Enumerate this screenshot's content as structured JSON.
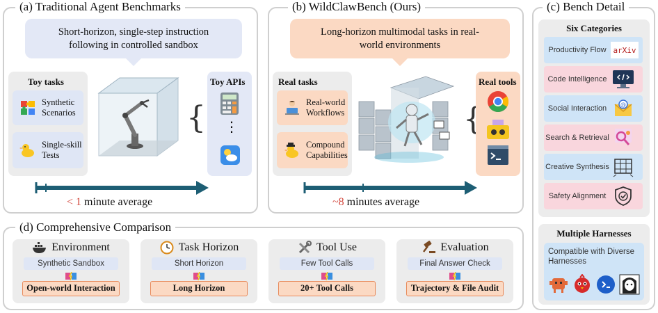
{
  "panel_a": {
    "title": "(a) Traditional Agent Benchmarks",
    "callout": "Short-horizon, single-step instruction following in controlled sandbox",
    "tasks_title": "Toy tasks",
    "tasks": [
      "Synthetic Scenarios",
      "Single-skill Tests"
    ],
    "apis_title": "Toy APIs",
    "ellipsis": "⋮",
    "average_prefix": "< 1",
    "average_suffix": " minute average"
  },
  "panel_b": {
    "title": "(b) WildClawBench (Ours)",
    "callout": "Long-horizon multimodal tasks in real-world environments",
    "tasks_title": "Real tasks",
    "tasks": [
      "Real-world Workflows",
      "Compound Capabilities"
    ],
    "tools_title": "Real tools",
    "average_prefix": "~8",
    "average_suffix": " minutes average"
  },
  "panel_c": {
    "title": "(c) Bench Detail",
    "categories_title": "Six Categories",
    "categories": [
      {
        "label": "Productivity Flow",
        "icon": "arxiv-icon",
        "color": "blue"
      },
      {
        "label": "Code Intelligence",
        "icon": "code-monitor-icon",
        "color": "pink"
      },
      {
        "label": "Social Interaction",
        "icon": "email-icon",
        "color": "blue"
      },
      {
        "label": "Search & Retrieval",
        "icon": "search-gear-icon",
        "color": "pink"
      },
      {
        "label": "Creative Synthesis",
        "icon": "film-icon",
        "color": "blue"
      },
      {
        "label": "Safety Alignment",
        "icon": "shield-icon",
        "color": "pink"
      }
    ],
    "arxiv_text": "arXiv",
    "harness_title": "Multiple Harnesses",
    "harness_text": "Compatible with Diverse Harnesses"
  },
  "panel_d": {
    "title": "(d) Comprehensive Comparison",
    "items": [
      {
        "head": "Environment",
        "icon": "docker-whale-icon",
        "sub": "Synthetic Sandbox",
        "main": "Open-world Interaction"
      },
      {
        "head": "Task Horizon",
        "icon": "clock-icon",
        "sub": "Short Horizon",
        "main": "Long Horizon"
      },
      {
        "head": "Tool Use",
        "icon": "tools-icon",
        "sub": "Few Tool Calls",
        "main": "20+ Tool Calls"
      },
      {
        "head": "Evaluation",
        "icon": "gavel-icon",
        "sub": "Final Answer Check",
        "main": "Trajectory & File Audit"
      }
    ]
  },
  "colors": {
    "timeline": "#1d5e74",
    "highlight": "#d2453a",
    "callout_blue": "#e3e8f6",
    "callout_orange": "#fbd9c3",
    "border_orange": "#e88a5b"
  }
}
